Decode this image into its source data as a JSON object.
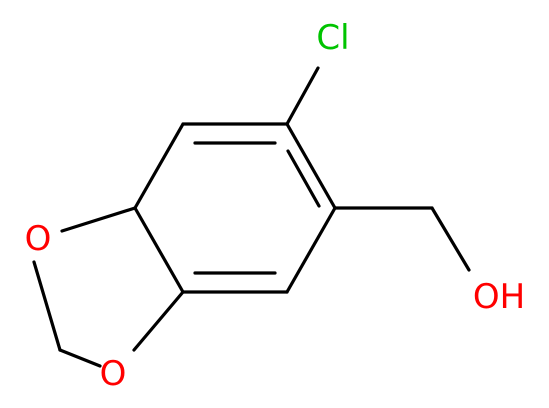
{
  "molecule": {
    "atoms": [
      {
        "label": "Cl",
        "color": "#00c400"
      },
      {
        "label": "O",
        "color": "#ff0000"
      },
      {
        "label": "O",
        "color": "#ff0000"
      },
      {
        "label": "OH",
        "color": "#ff0000"
      }
    ],
    "bond_color": "#000000"
  }
}
